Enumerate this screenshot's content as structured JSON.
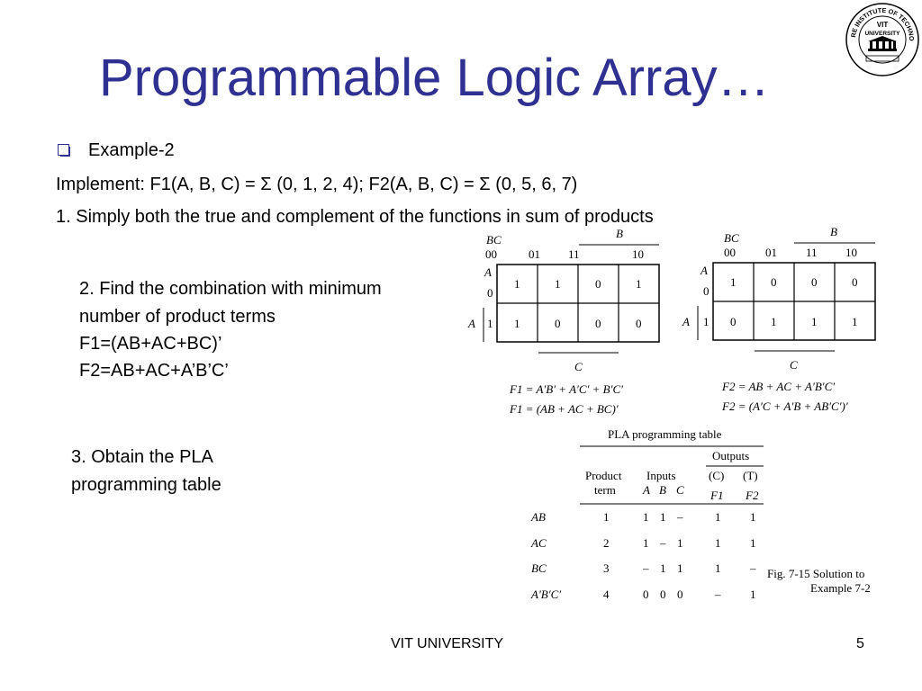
{
  "slide": {
    "title": "Programmable Logic Array…",
    "bullet": "Example-2",
    "implement": "Implement: F1(A, B, C) = Σ (0, 1, 2, 4); F2(A, B, C) = Σ (0, 5, 6, 7)",
    "step1": "1. Simply both the true and complement of the functions in sum of products",
    "step2": [
      "2. Find the combination with minimum",
      "number of product terms",
      "F1=(AB+AC+BC)’",
      "F2=AB+AC+A’B’C’"
    ],
    "step3": [
      "3. Obtain the PLA",
      "programming table"
    ]
  },
  "logo": {
    "top_text": "VELLORE INSTITUTE OF TECHNOLOGY",
    "center_line1": "VIT",
    "center_line2": "UNIVERSITY"
  },
  "kmap1": {
    "bc_label": "BC",
    "b_label": "B",
    "a_label": "A",
    "c_label": "C",
    "col_headers": [
      "00",
      "01",
      "11",
      "10"
    ],
    "row_headers": [
      "0",
      "1"
    ],
    "cells": [
      [
        "1",
        "1",
        "0",
        "1"
      ],
      [
        "1",
        "0",
        "0",
        "0"
      ]
    ],
    "eq1": "F1 = A′B′ + A′C′ + B′C′",
    "eq2": "F1 = (AB + AC + BC)′"
  },
  "kmap2": {
    "bc_label": "BC",
    "b_label": "B",
    "a_label": "A",
    "c_label": "C",
    "col_headers": [
      "00",
      "01",
      "11",
      "10"
    ],
    "row_headers": [
      "0",
      "1"
    ],
    "cells": [
      [
        "1",
        "0",
        "0",
        "0"
      ],
      [
        "0",
        "1",
        "1",
        "1"
      ]
    ],
    "eq1": "F2 = AB + AC + A′B′C′",
    "eq2": "F2 = (A′C + A′B + AB′C′)′"
  },
  "pla_table": {
    "caption": "PLA programming table",
    "outputs_header": "Outputs",
    "product_term_header": [
      "Product",
      "term"
    ],
    "inputs_header": "Inputs",
    "input_cols": [
      "A",
      "B",
      "C"
    ],
    "output_modes": [
      "(C)",
      "(T)"
    ],
    "output_cols": [
      "F1",
      "F2"
    ],
    "rows": [
      {
        "label": "AB",
        "term": "1",
        "a": "1",
        "b": "1",
        "c": "–",
        "f1": "1",
        "f2": "1"
      },
      {
        "label": "AC",
        "term": "2",
        "a": "1",
        "b": "–",
        "c": "1",
        "f1": "1",
        "f2": "1"
      },
      {
        "label": "BC",
        "term": "3",
        "a": "–",
        "b": "1",
        "c": "1",
        "f1": "1",
        "f2": "–"
      },
      {
        "label": "A′B′C′",
        "term": "4",
        "a": "0",
        "b": "0",
        "c": "0",
        "f1": "–",
        "f2": "1"
      }
    ],
    "fig_caption": [
      "Fig. 7-15  Solution to",
      "Example 7-2"
    ]
  },
  "footer": {
    "university": "VIT UNIVERSITY",
    "page_number": "5"
  }
}
